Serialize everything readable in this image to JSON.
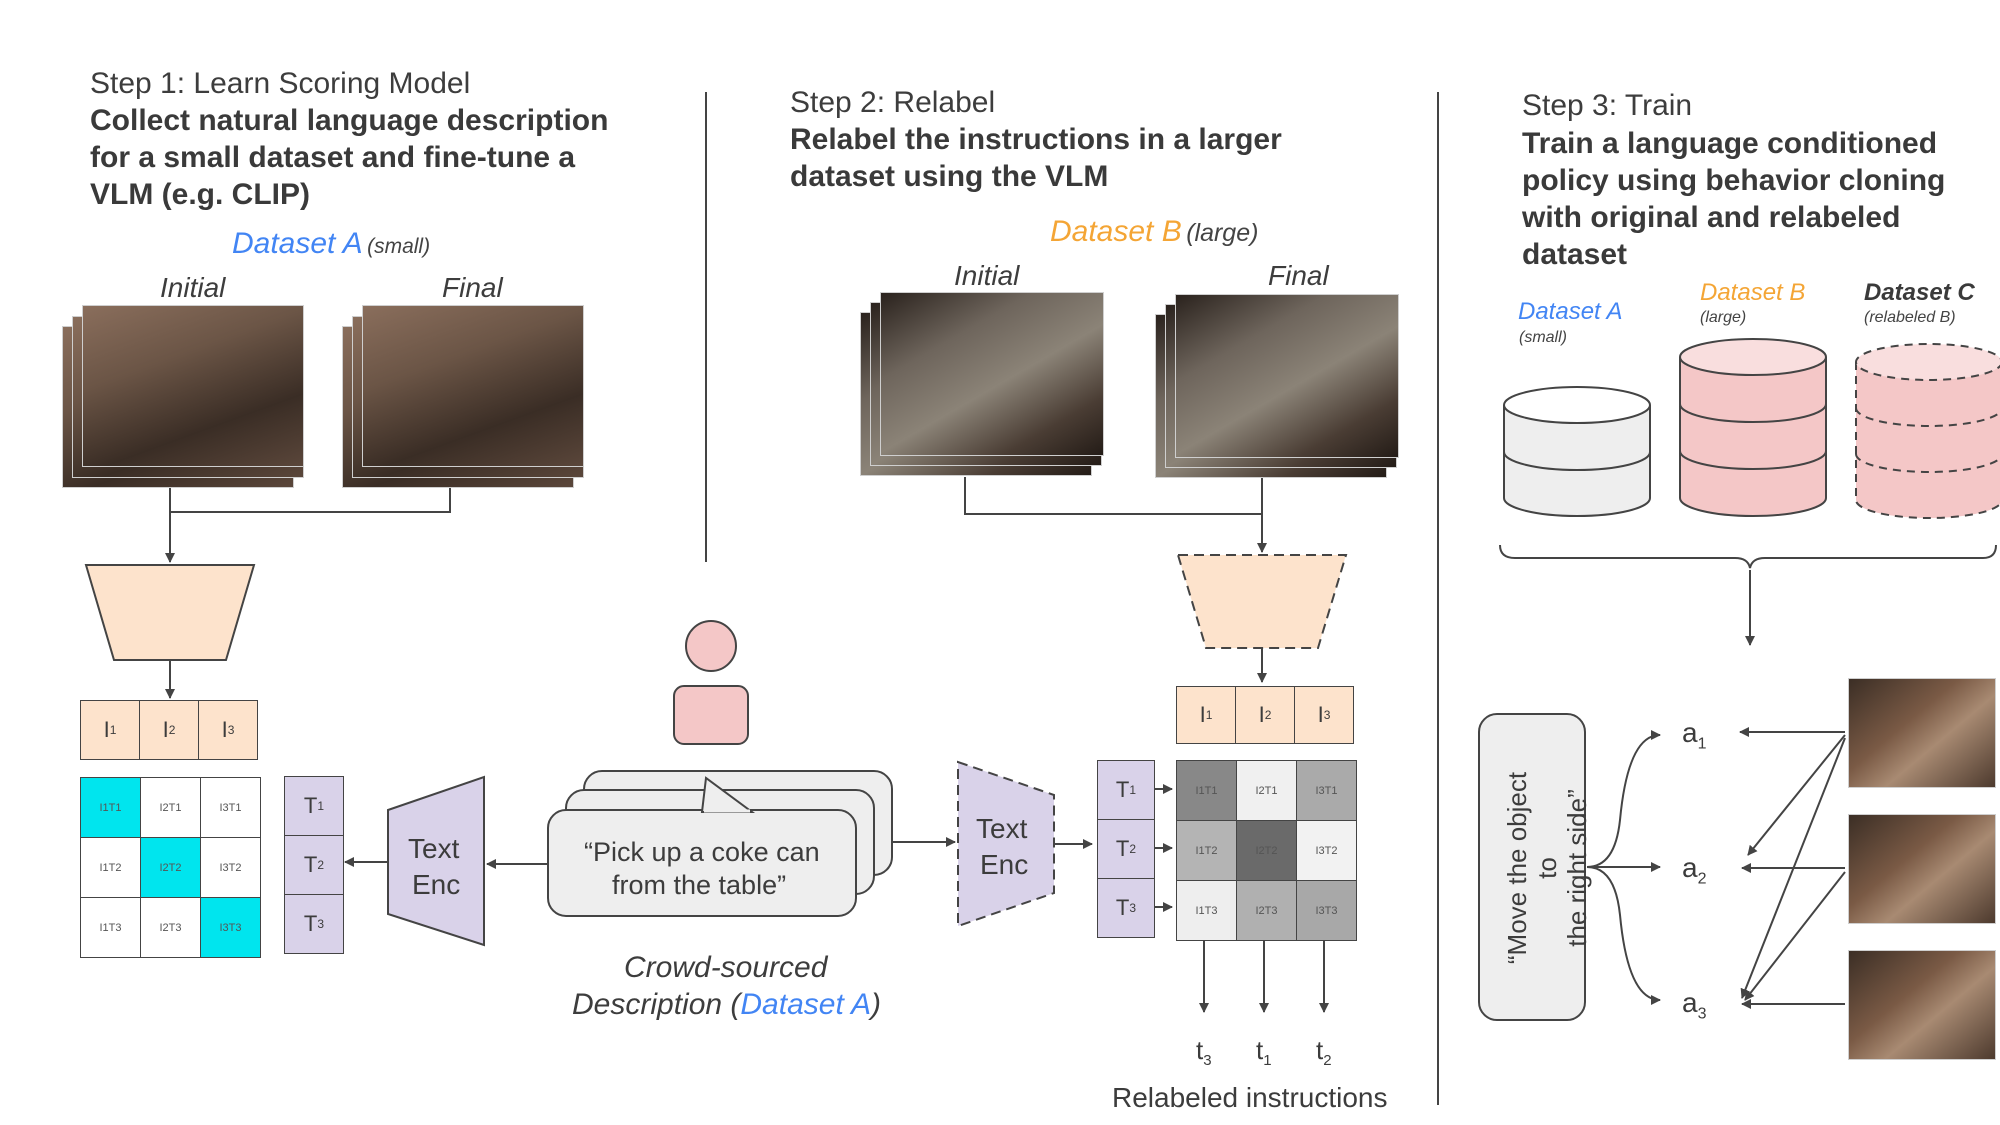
{
  "step1": {
    "heading": "Step 1: Learn Scoring Model",
    "desc": [
      "Collect natural language description",
      "for a small dataset and fine-tune a",
      "VLM (e.g. CLIP)"
    ],
    "dataset_name": "Dataset A",
    "dataset_size": "(small)",
    "initial_label": "Initial",
    "final_label": "Final",
    "image_tokens": [
      "I",
      "I",
      "I"
    ],
    "image_subs": [
      "1",
      "2",
      "3"
    ],
    "text_tokens": [
      "T",
      "T",
      "T"
    ],
    "text_subs": [
      "1",
      "2",
      "3"
    ],
    "matrix": [
      [
        "I1T1",
        "I2T1",
        "I3T1"
      ],
      [
        "I1T2",
        "I2T2",
        "I3T2"
      ],
      [
        "I1T3",
        "I2T3",
        "I3T3"
      ]
    ],
    "text_enc": [
      "Text",
      "Enc"
    ]
  },
  "middle": {
    "speech": [
      "“Pick up a coke can",
      "from the table”"
    ],
    "caption_line1": "Crowd-sourced",
    "caption_prefix": "Description (",
    "caption_dataset": "Dataset A",
    "caption_suffix": ")"
  },
  "step2": {
    "heading": "Step 2: Relabel",
    "desc": [
      "Relabel the instructions in a larger",
      "dataset using the VLM"
    ],
    "dataset_name": "Dataset B",
    "dataset_size": "(large)",
    "initial_label": "Initial",
    "final_label": "Final",
    "text_enc": [
      "Text",
      "Enc"
    ],
    "image_tokens": [
      "I",
      "I",
      "I"
    ],
    "image_subs": [
      "1",
      "2",
      "3"
    ],
    "text_tokens": [
      "T",
      "T",
      "T"
    ],
    "text_subs": [
      "1",
      "2",
      "3"
    ],
    "matrix": [
      [
        "I1T1",
        "I2T1",
        "I3T1"
      ],
      [
        "I1T2",
        "I2T2",
        "I3T2"
      ],
      [
        "I1T3",
        "I2T3",
        "I3T3"
      ]
    ],
    "outputs": [
      "t",
      "t",
      "t"
    ],
    "output_subs": [
      "3",
      "1",
      "2"
    ],
    "relabeled_caption": "Relabeled instructions"
  },
  "step3": {
    "heading": "Step 3: Train",
    "desc": [
      "Train a language conditioned",
      "policy using behavior cloning",
      "with original and relabeled",
      "dataset"
    ],
    "datasets": [
      {
        "name": "Dataset A",
        "size": "(small)"
      },
      {
        "name": "Dataset B",
        "size": "(large)"
      },
      {
        "name": "Dataset C",
        "size": "(relabeled B)"
      }
    ],
    "instruction": [
      "“Move the object to",
      "the right side”"
    ],
    "actions": [
      "a",
      "a",
      "a"
    ],
    "action_subs": [
      "1",
      "2",
      "3"
    ]
  },
  "colors": {
    "dataset_a": "#4285f4",
    "dataset_b": "#f4a535",
    "encoder_fill": "#fde3cc",
    "text_enc_fill": "#d9d2e9",
    "highlight": "#00e5ee",
    "db_pink": "#f4c7c7",
    "person": "#f4c7c7"
  }
}
